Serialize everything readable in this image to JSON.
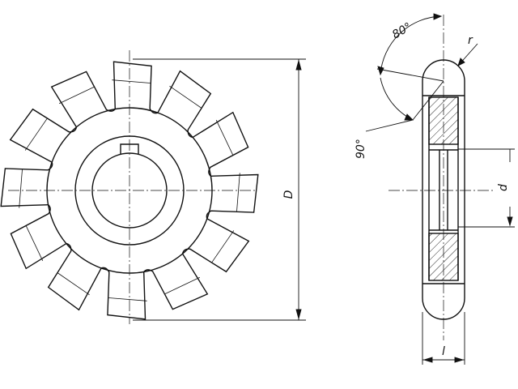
{
  "labels": {
    "outer_diameter": "D",
    "bore_diameter": "d",
    "width": "l",
    "radius": "r",
    "angle_top": "80°",
    "angle_side": "90°"
  },
  "colors": {
    "line": "#111111",
    "paper": "#ffffff"
  },
  "drawing": {
    "tooth_count": 12
  }
}
